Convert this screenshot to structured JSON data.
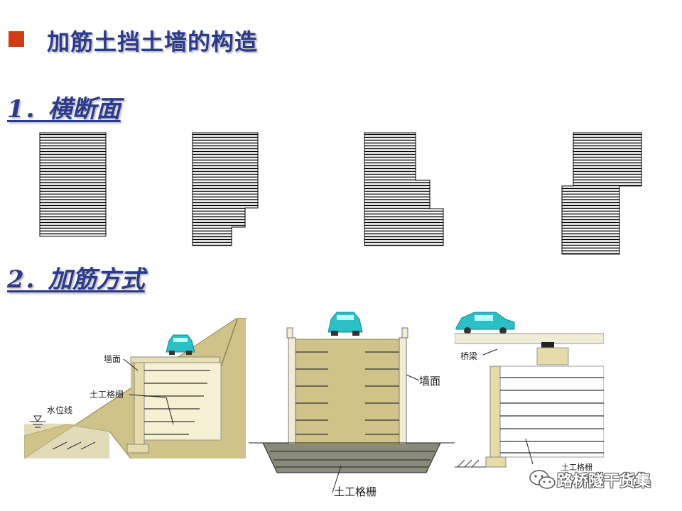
{
  "title": "加筋土挡土墙的构造",
  "section1": {
    "heading": "1．横断面"
  },
  "section2": {
    "heading": "2．加筋方式"
  },
  "diagram1": {
    "wall_label": "墙面",
    "geogrid_label": "土工格栅",
    "water_label": "水位线"
  },
  "diagram2": {
    "wall_label": "墙面",
    "geogrid_label": "土工格栅"
  },
  "diagram3": {
    "bridge_label": "桥梁",
    "geogrid_label": "土工格栅"
  },
  "watermark": {
    "text": "路桥隧干货集",
    "icon": "wechat-icon"
  },
  "colors": {
    "bullet": "#d23a12",
    "heading": "#2b3a8c",
    "soil": "#cfc38a",
    "car": "#2bbfc8"
  }
}
